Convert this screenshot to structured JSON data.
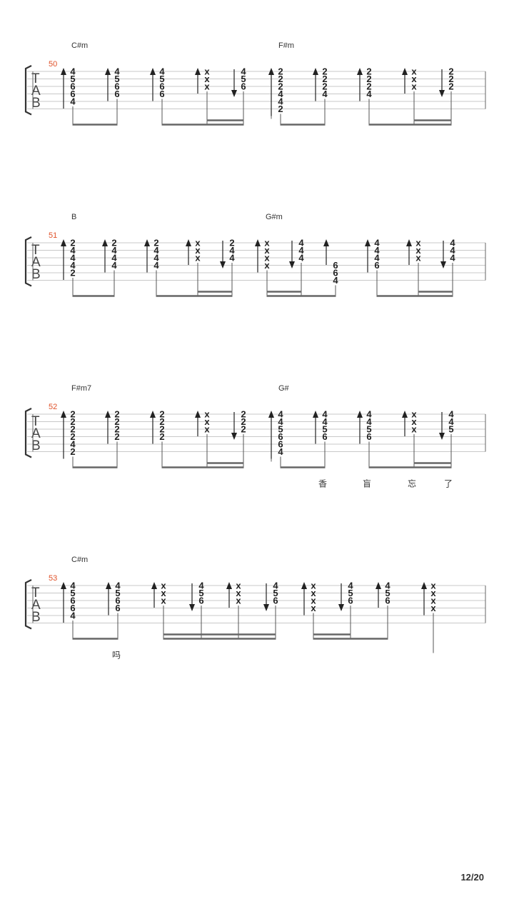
{
  "page": {
    "number": "12/20"
  },
  "systems": [
    {
      "measure_number": "50",
      "chords": [
        {
          "name": "C#m"
        },
        {
          "name": "F#m"
        }
      ],
      "beats": [
        {
          "dir": "up",
          "frets": [
            "4",
            "5",
            "6",
            "6",
            "4"
          ]
        },
        {
          "dir": "up",
          "frets": [
            "4",
            "5",
            "6",
            "6"
          ]
        },
        {
          "dir": "up",
          "frets": [
            "4",
            "5",
            "6",
            "6"
          ]
        },
        {
          "dir": "up",
          "frets": [
            "x",
            "x",
            "x"
          ]
        },
        {
          "dir": "down",
          "frets": [
            "4",
            "5",
            "6"
          ]
        },
        {
          "dir": "up",
          "frets": [
            "2",
            "2",
            "2",
            "4",
            "4",
            "2"
          ]
        },
        {
          "dir": "up",
          "frets": [
            "2",
            "2",
            "2",
            "4"
          ]
        },
        {
          "dir": "up",
          "frets": [
            "2",
            "2",
            "2",
            "4"
          ]
        },
        {
          "dir": "up",
          "frets": [
            "x",
            "x",
            "x"
          ]
        },
        {
          "dir": "down",
          "frets": [
            "2",
            "2",
            "2"
          ]
        }
      ],
      "lyrics": []
    },
    {
      "measure_number": "51",
      "chords": [
        {
          "name": "B"
        },
        {
          "name": "G#m"
        }
      ],
      "beats": [
        {
          "dir": "up",
          "frets": [
            "2",
            "4",
            "4",
            "4",
            "2"
          ]
        },
        {
          "dir": "up",
          "frets": [
            "2",
            "4",
            "4",
            "4"
          ]
        },
        {
          "dir": "up",
          "frets": [
            "2",
            "4",
            "4",
            "4"
          ]
        },
        {
          "dir": "up",
          "frets": [
            "x",
            "x",
            "x"
          ]
        },
        {
          "dir": "down",
          "frets": [
            "2",
            "4",
            "4"
          ]
        },
        {
          "dir": "up",
          "frets": [
            "x",
            "x",
            "x",
            "x"
          ]
        },
        {
          "dir": "down",
          "frets": [
            "4",
            "4",
            "4"
          ]
        },
        {
          "dir": "up",
          "frets": [
            "6",
            "6",
            "4"
          ]
        },
        {
          "dir": "up",
          "frets": [
            "4",
            "4",
            "4",
            "6"
          ]
        },
        {
          "dir": "up",
          "frets": [
            "x",
            "x",
            "x"
          ]
        },
        {
          "dir": "down",
          "frets": [
            "4",
            "4",
            "4"
          ]
        }
      ],
      "lyrics": []
    },
    {
      "measure_number": "52",
      "chords": [
        {
          "name": "F#m7"
        },
        {
          "name": "G#"
        }
      ],
      "beats": [
        {
          "dir": "up",
          "frets": [
            "2",
            "2",
            "2",
            "2",
            "4",
            "2"
          ]
        },
        {
          "dir": "up",
          "frets": [
            "2",
            "2",
            "2",
            "2"
          ]
        },
        {
          "dir": "up",
          "frets": [
            "2",
            "2",
            "2",
            "2"
          ]
        },
        {
          "dir": "up",
          "frets": [
            "x",
            "x",
            "x"
          ]
        },
        {
          "dir": "down",
          "frets": [
            "2",
            "2",
            "2"
          ]
        },
        {
          "dir": "up",
          "frets": [
            "4",
            "4",
            "5",
            "6",
            "6",
            "4"
          ]
        },
        {
          "dir": "up",
          "frets": [
            "4",
            "4",
            "5",
            "6"
          ]
        },
        {
          "dir": "up",
          "frets": [
            "4",
            "4",
            "5",
            "6"
          ]
        },
        {
          "dir": "up",
          "frets": [
            "x",
            "x",
            "x"
          ]
        },
        {
          "dir": "down",
          "frets": [
            "4",
            "4",
            "5"
          ]
        }
      ],
      "lyrics": [
        "香",
        "盲",
        "忘",
        "了"
      ]
    },
    {
      "measure_number": "53",
      "chords": [
        {
          "name": "C#m"
        }
      ],
      "beats": [
        {
          "dir": "up",
          "frets": [
            "4",
            "5",
            "6",
            "6",
            "4"
          ]
        },
        {
          "dir": "up",
          "frets": [
            "4",
            "5",
            "6",
            "6"
          ]
        },
        {
          "dir": "up",
          "frets": [
            "x",
            "x",
            "x"
          ]
        },
        {
          "dir": "down",
          "frets": [
            "4",
            "5",
            "6"
          ]
        },
        {
          "dir": "up",
          "frets": [
            "x",
            "x",
            "x"
          ]
        },
        {
          "dir": "down",
          "frets": [
            "4",
            "5",
            "6"
          ]
        },
        {
          "dir": "up",
          "frets": [
            "x",
            "x",
            "x",
            "x"
          ]
        },
        {
          "dir": "down",
          "frets": [
            "4",
            "5",
            "6"
          ]
        },
        {
          "dir": "up",
          "frets": [
            "4",
            "5",
            "6"
          ]
        },
        {
          "dir": "up",
          "frets": [
            "x",
            "x",
            "x",
            "x"
          ]
        }
      ],
      "lyrics": [
        "吗"
      ]
    }
  ]
}
